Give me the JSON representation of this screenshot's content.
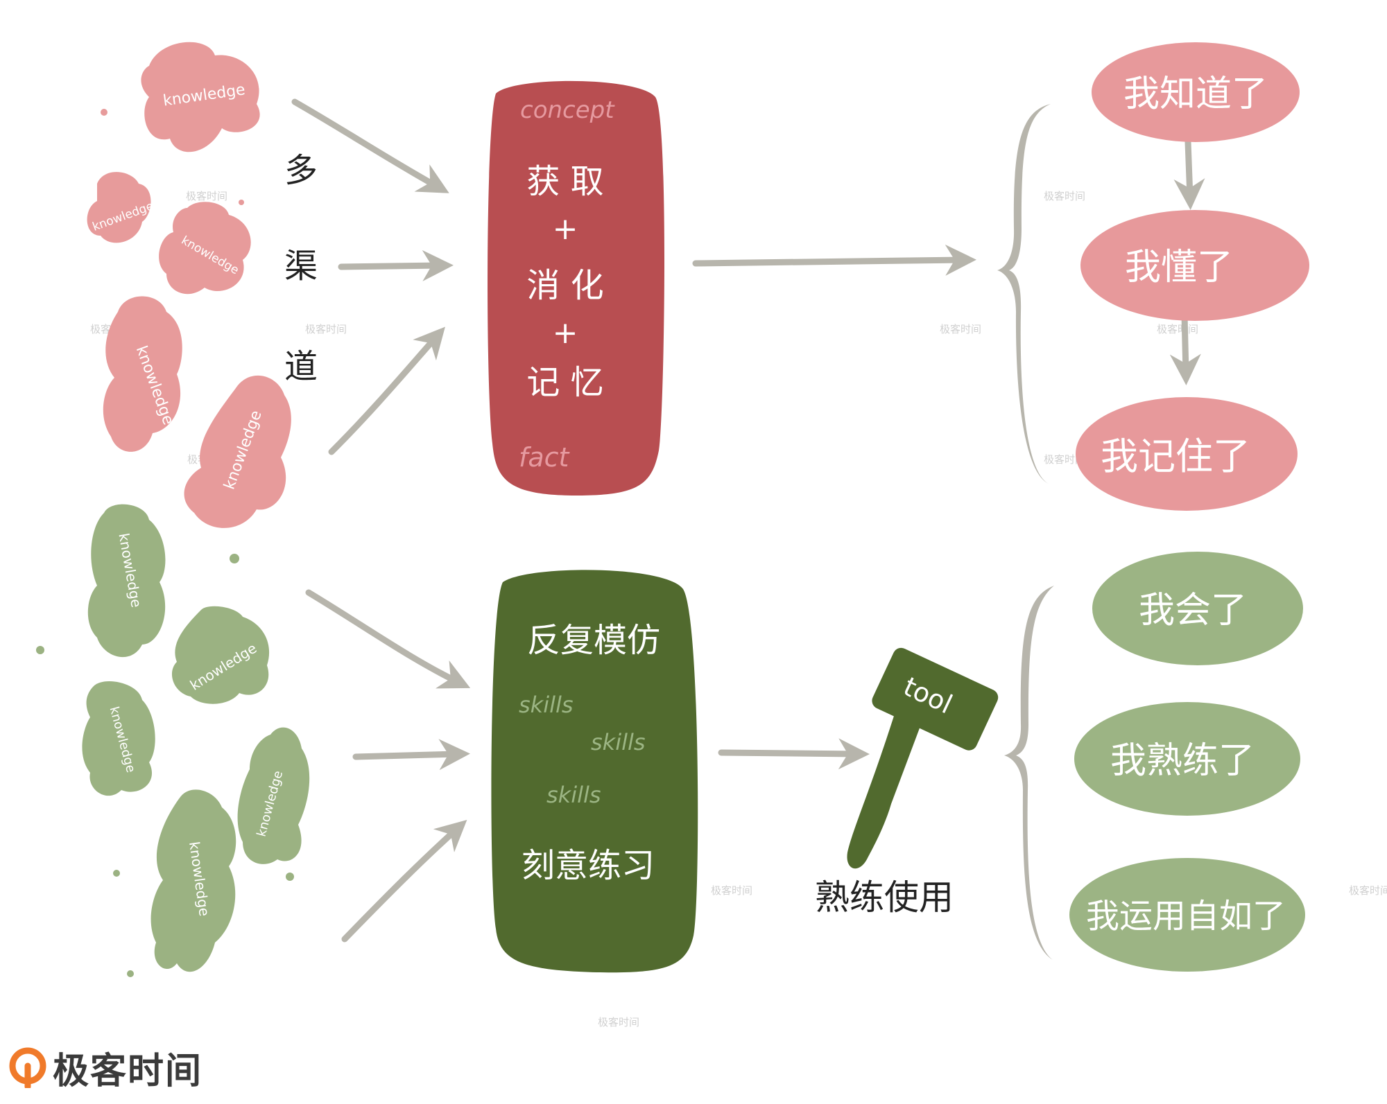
{
  "colors": {
    "pink_cloud": "#e79b9b",
    "green_cloud": "#9bb282",
    "red_box": "#b84e51",
    "green_box": "#516a2e",
    "arrow_gray": "#b7b5ac",
    "pink_pill": "#e7999b",
    "green_pill": "#9cb484",
    "concept_fact_text": "#e69aa0",
    "skills_text": "#9cb584"
  },
  "cloud_label": "knowledge",
  "channels_label": [
    "多",
    "渠",
    "道"
  ],
  "knowledge_box": {
    "top_word": "concept",
    "lines": [
      "获 取",
      "+",
      "消 化",
      "+",
      "记 忆"
    ],
    "bottom_word": "fact"
  },
  "skill_box": {
    "line1": "反复模仿",
    "skill_words": [
      "skills",
      "skills",
      "skills"
    ],
    "line2": "刻意练习"
  },
  "tool": {
    "label": "tool",
    "caption": "熟练使用"
  },
  "knowledge_stages": [
    "我知道了",
    "我懂了",
    "我记住了"
  ],
  "skill_stages": [
    "我会了",
    "我熟练了",
    "我运用自如了"
  ],
  "watermark": "极客时间",
  "brand": "极客时间"
}
